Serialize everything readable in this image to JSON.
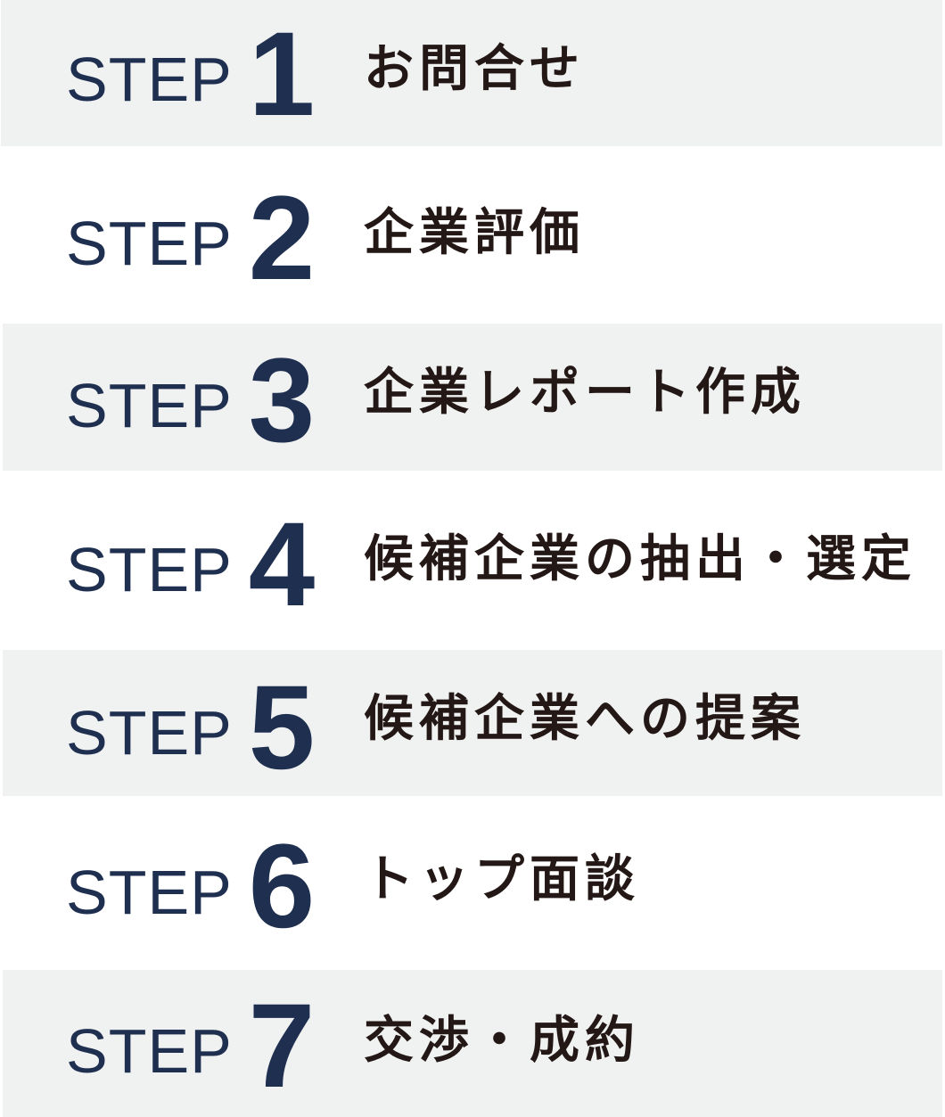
{
  "colors": {
    "accent_navy": "#1f2f50",
    "label_text": "#231815",
    "band_gray": "#f0f1f1",
    "band_white": "#ffffff"
  },
  "steps": [
    {
      "prefix": "STEP",
      "number": "1",
      "label": "お問合せ",
      "shaded": true
    },
    {
      "prefix": "STEP",
      "number": "2",
      "label": "企業評価",
      "shaded": false
    },
    {
      "prefix": "STEP",
      "number": "3",
      "label": "企業レポート作成",
      "shaded": true
    },
    {
      "prefix": "STEP",
      "number": "4",
      "label": "候補企業の抽出・選定",
      "shaded": false
    },
    {
      "prefix": "STEP",
      "number": "5",
      "label": "候補企業への提案",
      "shaded": true
    },
    {
      "prefix": "STEP",
      "number": "6",
      "label": "トップ面談",
      "shaded": false
    },
    {
      "prefix": "STEP",
      "number": "7",
      "label": "交渉・成約",
      "shaded": true
    }
  ]
}
